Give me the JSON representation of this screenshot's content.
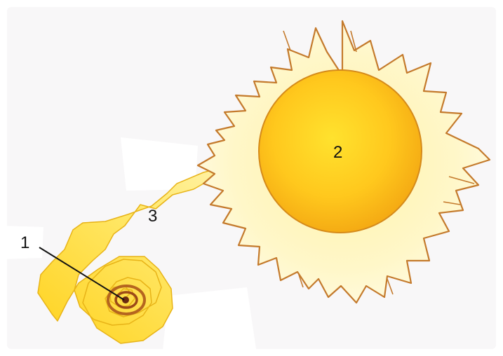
{
  "diagram": {
    "labels": {
      "spiral_core": "1",
      "sun": "2",
      "tail": "3"
    },
    "colors": {
      "background": "#f8f7f8",
      "sun_core_center": "#ffe22e",
      "sun_core_edge": "#f4a913",
      "glow_inner": "#fff3a8",
      "glow_outer": "#fffbe2",
      "outline": "#c47a2c",
      "tail_fill": "#ffd72a",
      "spiral_center": "#9c4a18"
    }
  }
}
